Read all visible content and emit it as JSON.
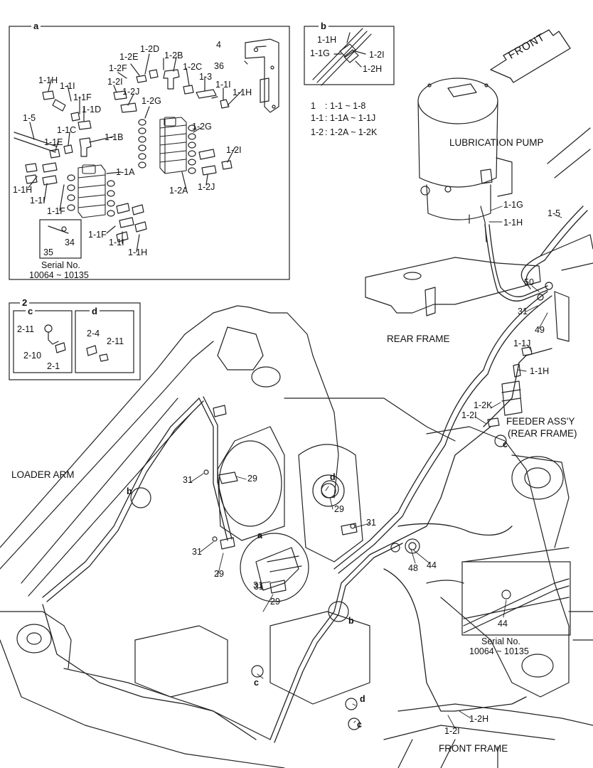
{
  "diagram": {
    "front_label": "FRONT",
    "legend": [
      {
        "key": "1",
        "value": ": 1-1 ~ 1-8"
      },
      {
        "key": "1-1",
        "value": ": 1-1A ~ 1-1J"
      },
      {
        "key": "1-2",
        "value": ": 1-2A ~ 1-2K"
      }
    ],
    "section_tags": {
      "a": "a",
      "b": "b",
      "two": "2",
      "c": "c",
      "d": "d"
    },
    "serial_top": {
      "line1": "Serial No.",
      "line2": "10064 ~ 10135"
    },
    "serial_inset": {
      "line1": "Serial No.",
      "line2": "10064 ~ 10135"
    },
    "names": {
      "lubrication_pump": "LUBRICATION PUMP",
      "rear_frame": "REAR FRAME",
      "loader_arm": "LOADER ARM",
      "feeder_line1": "FEEDER ASS'Y",
      "feeder_line2": "(REAR FRAME)",
      "front_frame": "FRONT FRAME"
    },
    "panel_a_labels": [
      "1-1H",
      "1-1I",
      "1-1F",
      "1-1D",
      "1-5",
      "1-1C",
      "1-1E",
      "1-1B",
      "1-1A",
      "1-1H",
      "1-1I",
      "1-1F",
      "1-1F",
      "1-1I",
      "1-1H",
      "35",
      "34",
      "1-2E",
      "1-2F",
      "1-2D",
      "1-2B",
      "1-2C",
      "1-2I",
      "1-2J",
      "1-2G",
      "1-3",
      "1-1I",
      "1-1H",
      "1-2G",
      "1-2I",
      "1-2A",
      "1-2J",
      "4",
      "36"
    ],
    "panel_b_labels": [
      "1-1H",
      "1-1G",
      "1-2I",
      "1-2H"
    ],
    "panel_c_labels": [
      "2-11",
      "2-10",
      "2-1"
    ],
    "panel_d_labels": [
      "2-4",
      "2-11"
    ],
    "main_labels": [
      "1-1G",
      "1-1H",
      "1-5",
      "50",
      "31",
      "49",
      "1-1J",
      "1-1H",
      "1-2K",
      "1-2I",
      "c",
      "29",
      "31",
      "b",
      "31",
      "d",
      "29",
      "31",
      "31",
      "29",
      "a",
      "31",
      "29",
      "48",
      "44",
      "44",
      "b",
      "c",
      "d",
      "c",
      "1-2H",
      "1-2I"
    ]
  }
}
